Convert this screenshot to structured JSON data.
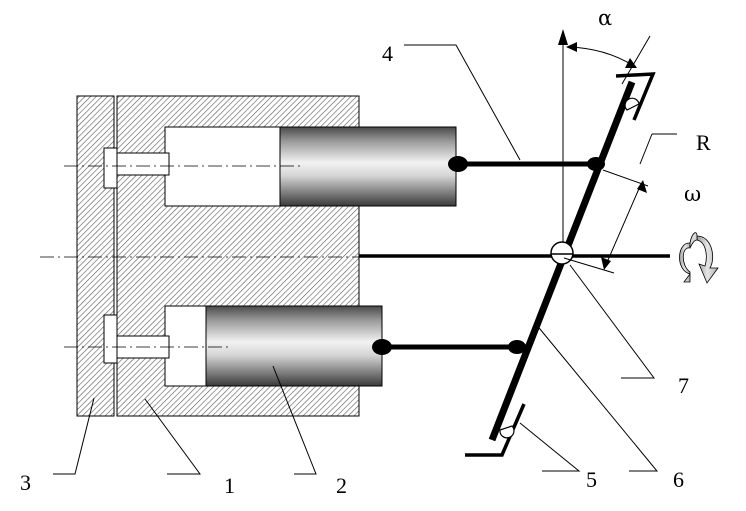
{
  "labels": {
    "alpha": "α",
    "R": "R",
    "omega": "ω",
    "n1": "1",
    "n2": "2",
    "n3": "3",
    "n4": "4",
    "n5": "5",
    "n6": "6",
    "n7": "7"
  },
  "colors": {
    "line": "#000000",
    "hatch": "#555555",
    "rotation_arrow": "#c8c8c8"
  }
}
